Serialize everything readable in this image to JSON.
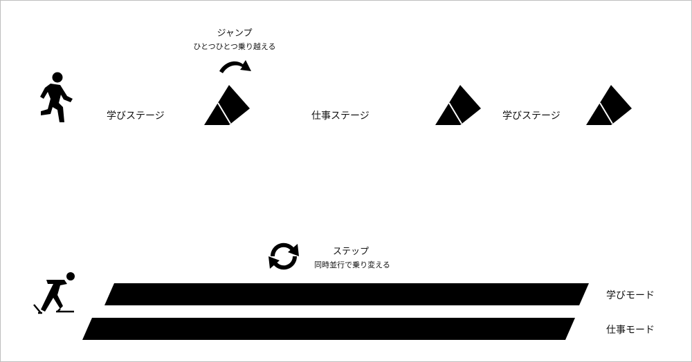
{
  "jump": {
    "title": "ジャンプ",
    "subtitle": "ひとつひとつ乗り越える"
  },
  "stages": [
    {
      "label": "学びステージ"
    },
    {
      "label": "仕事ステージ"
    },
    {
      "label": "学びステージ"
    }
  ],
  "step": {
    "title": "ステップ",
    "subtitle": "同時並行で乗り変える"
  },
  "modes": [
    {
      "label": "学びモード"
    },
    {
      "label": "仕事モード"
    }
  ],
  "icons": {
    "runner": "running-person-icon",
    "skater": "skating-person-icon",
    "jump_arrow": "curved-arrow-icon",
    "obstacle": "hurdle-block-icon",
    "cycle": "refresh-cycle-icon"
  },
  "colors": {
    "ink": "#000000",
    "text": "#111111",
    "border": "#bdbdbd",
    "background": "#ffffff"
  }
}
